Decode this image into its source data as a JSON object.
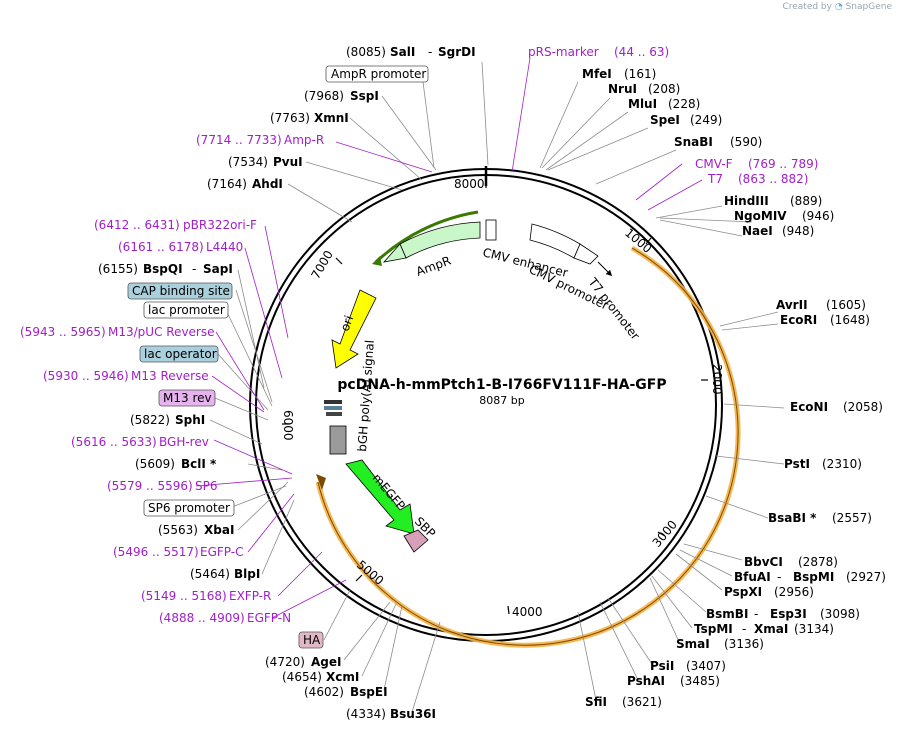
{
  "header": {
    "created_by": "Created by",
    "brand": "SnapGene"
  },
  "map": {
    "title": "pcDNA-h-mmPtch1-B-I766FV111F-HA-GFP",
    "size_label": "8087 bp"
  },
  "ticks": [
    "1000",
    "2000",
    "3000",
    "4000",
    "5000",
    "6000",
    "7000",
    "8000"
  ],
  "sites": [
    {
      "name": "SalI",
      "name2": "SgrDI",
      "pos": "(8085)"
    },
    {
      "name": "MfeI",
      "pos": "(161)"
    },
    {
      "name": "NruI",
      "pos": "(208)"
    },
    {
      "name": "MluI",
      "pos": "(228)"
    },
    {
      "name": "SpeI",
      "pos": "(249)"
    },
    {
      "name": "SnaBI",
      "pos": "(590)"
    },
    {
      "name": "HindIII",
      "pos": "(889)"
    },
    {
      "name": "NgoMIV",
      "pos": "(946)"
    },
    {
      "name": "NaeI",
      "pos": "(948)"
    },
    {
      "name": "AvrII",
      "pos": "(1605)"
    },
    {
      "name": "EcoRI",
      "pos": "(1648)"
    },
    {
      "name": "EcoNI",
      "pos": "(2058)"
    },
    {
      "name": "PstI",
      "pos": "(2310)"
    },
    {
      "name": "BsaBI *",
      "pos": "(2557)"
    },
    {
      "name": "BbvCI",
      "pos": "(2878)"
    },
    {
      "name": "BfuAI",
      "name2": "BspMI",
      "pos": "(2927)"
    },
    {
      "name": "PspXI",
      "pos": "(2956)"
    },
    {
      "name": "BsmBI",
      "name2": "Esp3I",
      "pos": "(3098)"
    },
    {
      "name": "TspMI",
      "name2": "XmaI",
      "pos": "(3134)"
    },
    {
      "name": "SmaI",
      "pos": "(3136)"
    },
    {
      "name": "PsiI",
      "pos": "(3407)"
    },
    {
      "name": "PshAI",
      "pos": "(3485)"
    },
    {
      "name": "SfiI",
      "pos": "(3621)"
    },
    {
      "name": "Bsu36I",
      "pos": "(4334)"
    },
    {
      "name": "BspEI",
      "pos": "(4602)"
    },
    {
      "name": "XcmI",
      "pos": "(4654)"
    },
    {
      "name": "AgeI",
      "pos": "(4720)"
    },
    {
      "name": "BlpI",
      "pos": "(5464)"
    },
    {
      "name": "XbaI",
      "pos": "(5563)"
    },
    {
      "name": "BclI *",
      "pos": "(5609)"
    },
    {
      "name": "SphI",
      "pos": "(5822)"
    },
    {
      "name": "BspQI",
      "name2": "SapI",
      "pos": "(6155)"
    },
    {
      "name": "AhdI",
      "pos": "(7164)"
    },
    {
      "name": "PvuI",
      "pos": "(7534)"
    },
    {
      "name": "XmnI",
      "pos": "(7763)"
    },
    {
      "name": "SspI",
      "pos": "(7968)"
    }
  ],
  "primers": [
    {
      "name": "pRS-marker",
      "range": "(44 .. 63)"
    },
    {
      "name": "CMV-F",
      "range": "(769 .. 789)"
    },
    {
      "name": "T7",
      "range": "(863 .. 882)"
    },
    {
      "name": "Amp-R",
      "range": "(7714 .. 7733)"
    },
    {
      "name": "pBR322ori-F",
      "range": "(6412 .. 6431)"
    },
    {
      "name": "L4440",
      "range": "(6161 .. 6178)"
    },
    {
      "name": "M13/pUC Reverse",
      "range": "(5943 .. 5965)"
    },
    {
      "name": "M13 Reverse",
      "range": "(5930 .. 5946)"
    },
    {
      "name": "BGH-rev",
      "range": "(5616 .. 5633)"
    },
    {
      "name": "SP6",
      "range": "(5579 .. 5596)"
    },
    {
      "name": "EGFP-C",
      "range": "(5496 .. 5517)"
    },
    {
      "name": "EXFP-R",
      "range": "(5149 .. 5168)"
    },
    {
      "name": "EGFP-N",
      "range": "(4888 .. 4909)"
    }
  ],
  "boxed_features": [
    {
      "label": "AmpR promoter",
      "style": "white"
    },
    {
      "label": "CAP binding site",
      "style": "blue"
    },
    {
      "label": "lac promoter",
      "style": "white"
    },
    {
      "label": "lac operator",
      "style": "blue"
    },
    {
      "label": "M13 rev",
      "style": "purple"
    },
    {
      "label": "SP6 promoter",
      "style": "white"
    },
    {
      "label": "HA",
      "style": "pink"
    }
  ],
  "inner_features": {
    "ampr": "AmpR",
    "cmv_enh": "CMV enhancer",
    "cmv_prom": "CMV promoter",
    "t7_prom": "T7 promoter",
    "ori": "ori",
    "bgh": "bGH poly(A) signal",
    "megfp": "mEGFP",
    "sbp": "SBP"
  },
  "colors": {
    "primer": "#a020c8",
    "orf": "#f5b041",
    "ampr": "#c9f7c9",
    "ori": "#ffff00",
    "megfp": "#22ee22",
    "boxblue": "#a9d0dc",
    "boxpurple": "#e6b3ee",
    "boxpink": "#e2b8c6"
  }
}
